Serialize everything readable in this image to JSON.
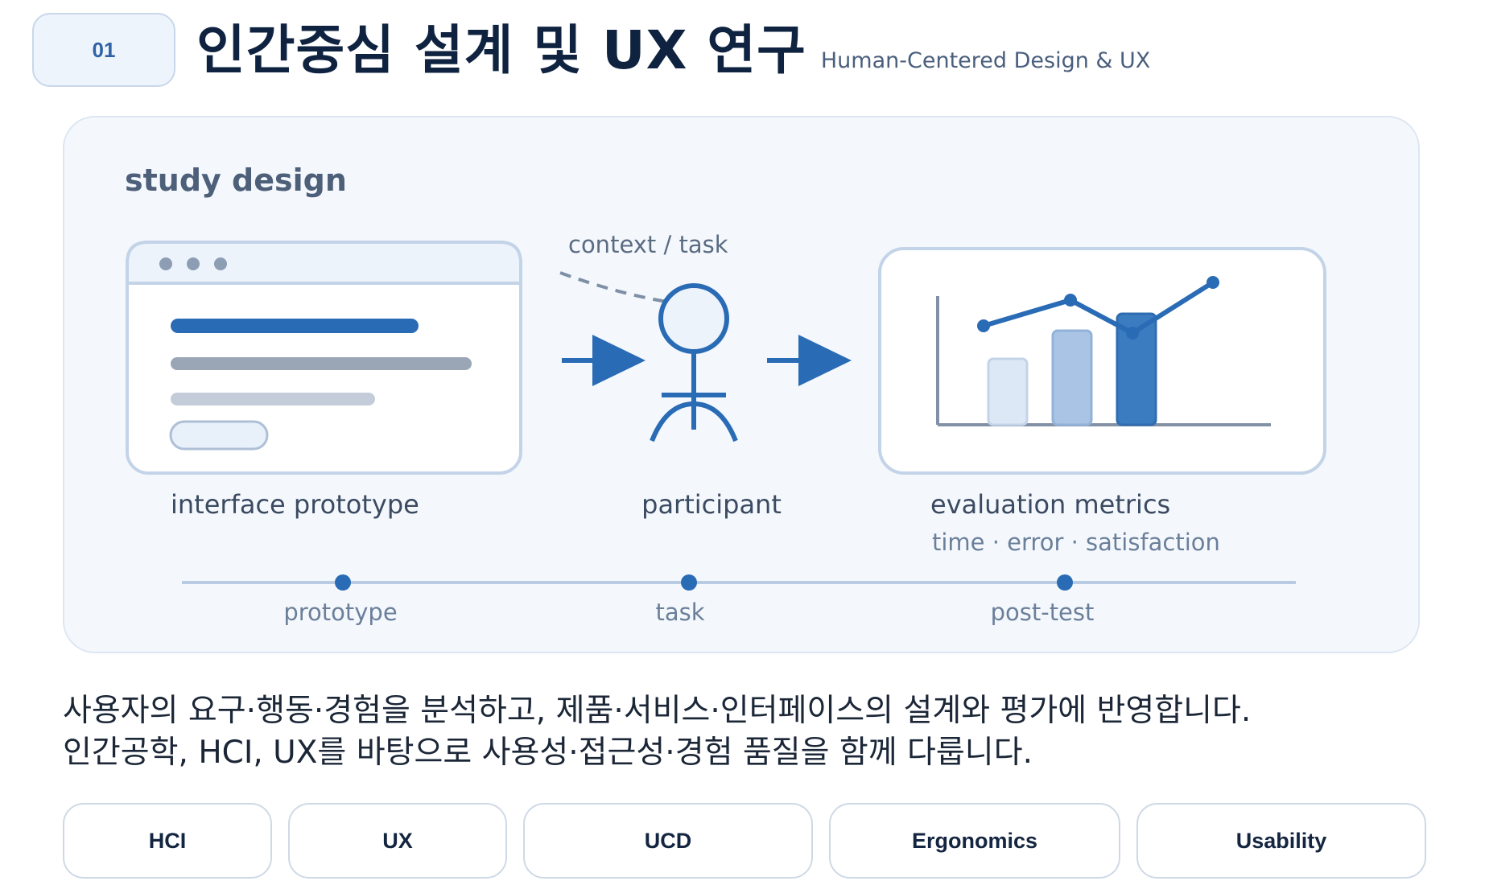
{
  "header": {
    "badge": "01",
    "title": "인간중심 설계 및 UX 연구",
    "subtitle": "Human-Centered Design & UX"
  },
  "diagram": {
    "panel_title": "study design",
    "context_label": "context / task",
    "nodes": [
      {
        "id": "prototype",
        "label": "interface prototype"
      },
      {
        "id": "participant",
        "label": "participant"
      },
      {
        "id": "metrics",
        "label": "evaluation metrics",
        "sublabel": "time · error · satisfaction"
      }
    ],
    "timeline": [
      "prototype",
      "task",
      "post-test"
    ],
    "colors": {
      "accent": "#2a6bb5",
      "panel": "#f4f8fd",
      "border": "#c9d7ea",
      "muted": "#6b7f9a"
    }
  },
  "description": {
    "lines": [
      "사용자의 요구·행동·경험을 분석하고, 제품·서비스·인터페이스의 설계와 평가에 반영합니다.",
      "인간공학, HCI, UX를 바탕으로 사용성·접근성·경험 품질을 함께 다룹니다."
    ]
  },
  "tags": [
    "HCI",
    "UX",
    "UCD",
    "Ergonomics",
    "Usability"
  ]
}
